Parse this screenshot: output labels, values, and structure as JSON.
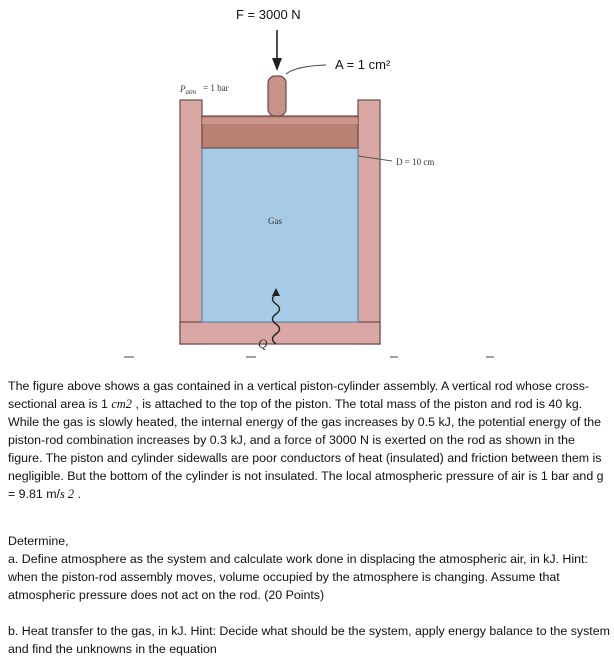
{
  "figure": {
    "force_label": "F = 3000 N",
    "area_label": "A = 1 cm²",
    "patm_label": "= 1 bar",
    "patm_symbol": "P",
    "patm_sub": "atm",
    "diameter_label": "D = 10 cm",
    "gas_label": "Gas",
    "heat_label": "Q"
  },
  "problem": {
    "part1": "The figure above shows a gas contained in a vertical piston-cylinder assembly. A vertical rod whose cross-sectional area is 1 ",
    "unit_cm2": "cm2",
    "part2": " , is attached to the top of the piston. The total mass of the piston and rod is 40 kg. While the gas is slowly heated, the internal energy of the gas increases by 0.5 kJ, the potential energy of the piston-rod combination increases by 0.3 kJ, and a force of 3000 N is exerted on the rod as shown in the figure. The piston and cylinder sidewalls are poor conductors of heat (insulated) and friction between them is negligible. But the bottom of the cylinder is not insulated. The local atmospheric pressure of air is 1 bar and g = 9.81 m/",
    "unit_s2": "s 2",
    "part3": " ."
  },
  "determine": {
    "heading": "Determine,",
    "part_a": "a. Define atmosphere as the system and calculate work done in displacing the atmospheric air, in kJ. Hint: when the piston-rod assembly moves, volume occupied by the atmosphere is changing. Assume that atmospheric pressure does not act on the rod. (20 Points)"
  },
  "part_b": "b. Heat transfer to the gas, in kJ. Hint: Decide what should be the system, apply energy balance to the system and find the unknowns in the equation",
  "colors": {
    "wall": "#d9a8a4",
    "wall_edge": "#6b4a46",
    "piston": "#b98074",
    "gas": "#a7cbe6",
    "gas_edge": "#5a86aa"
  }
}
